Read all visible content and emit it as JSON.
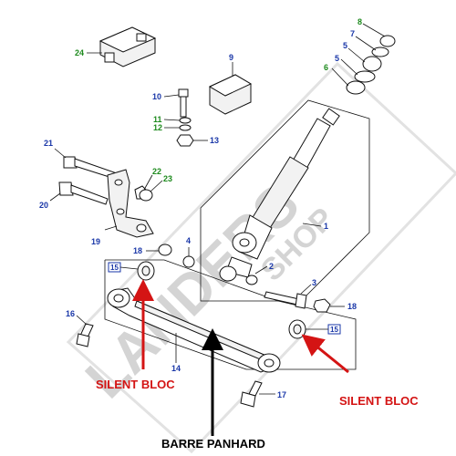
{
  "watermark": {
    "main": "LANDERS",
    "sub": "SHOP"
  },
  "labels": {
    "n1": "1",
    "n2": "2",
    "n3": "3",
    "n4": "4",
    "n5a": "5",
    "n5b": "5",
    "n6": "6",
    "n7": "7",
    "n8": "8",
    "n9": "9",
    "n10": "10",
    "n11": "11",
    "n12": "12",
    "n13": "13",
    "n14": "14",
    "n15a": "15",
    "n15b": "15",
    "n16": "16",
    "n17": "17",
    "n18a": "18",
    "n18b": "18",
    "n19": "19",
    "n20": "20",
    "n21": "21",
    "n22": "22",
    "n23": "23",
    "n24": "24"
  },
  "callouts": {
    "silent_left": "SILENT BLOC",
    "silent_right": "SILENT BLOC",
    "panhard": "BARRE PANHARD"
  },
  "colors": {
    "number_blue": "#1a37a8",
    "number_green": "#1d8a1d",
    "callout_red": "#d41414"
  }
}
